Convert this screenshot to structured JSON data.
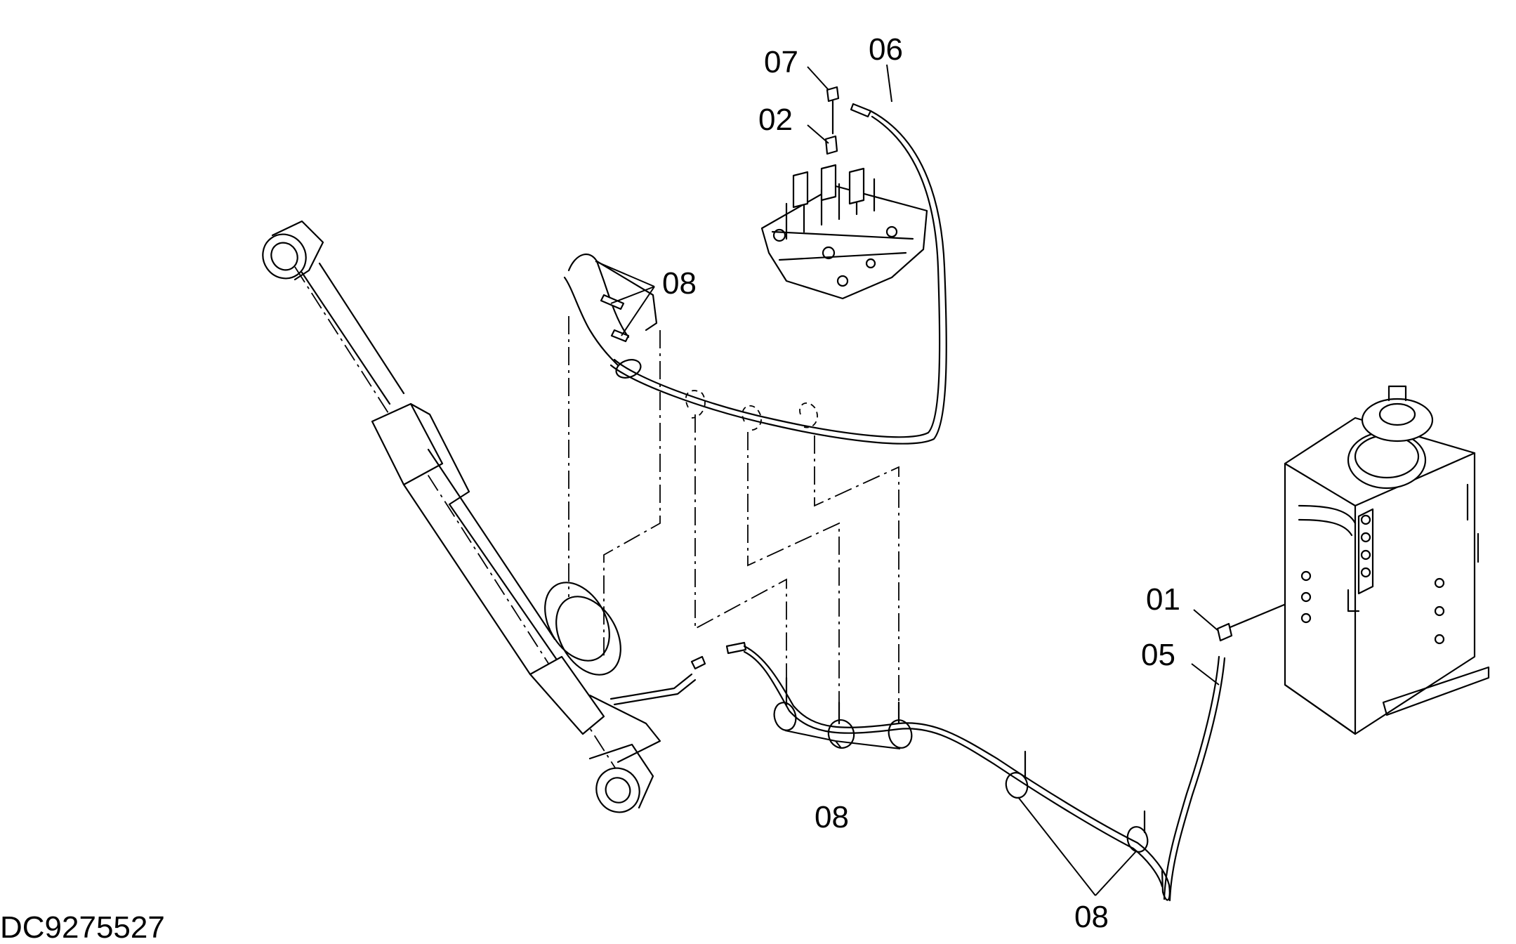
{
  "drawing_id": "DC9275527",
  "callouts": {
    "c01": "01",
    "c02": "02",
    "c05": "05",
    "c06": "06",
    "c07": "07",
    "c08_top": "08",
    "c08_mid": "08",
    "c08_right": "08"
  },
  "colors": {
    "line": "#000000",
    "background": "#ffffff"
  }
}
